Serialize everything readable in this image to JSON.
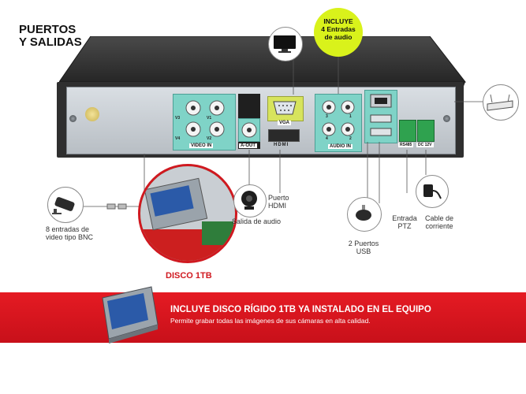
{
  "heading": {
    "line1": "PUERTOS",
    "line2": "Y SALIDAS"
  },
  "panel_labels": {
    "video_in": "VIDEO IN",
    "a_out": "A-OUT",
    "vga": "VGA",
    "hdmi_logo": "HDMI",
    "audio_in": "AUDIO IN",
    "rs485": "RS485",
    "dc12v": "DC 12V",
    "v1": "V1",
    "v2": "V2",
    "v3": "V3",
    "v4": "V4",
    "a1": "1",
    "a2": "2",
    "a3": "3",
    "a4": "4"
  },
  "callouts": {
    "bnc_line1": "8 entradas de",
    "bnc_line2": "video tipo BNC",
    "audio_out": "Salida de audio",
    "hdmi_line1": "Puerto",
    "hdmi_line2": "HDMI",
    "usb_line1": "2 Puertos",
    "usb_line2": "USB",
    "ptz_line1": "Entrada",
    "ptz_line2": "PTZ",
    "power_line1": "Cable de",
    "power_line2": "corriente"
  },
  "bubble": {
    "line1": "INCLUYE",
    "line2": "4 Entradas",
    "line3": "de audio"
  },
  "disco_label": "DISCO 1TB",
  "banner": {
    "title": "INCLUYE DISCO RÍGIDO 1TB YA INSTALADO EN EL EQUIPO",
    "subtitle": "Permite grabar todas las imágenes de sus cámaras en alta calidad."
  },
  "colors": {
    "accent_red": "#e51b23",
    "bubble_yellow": "#d9f21b",
    "port_teal": "#7fd3c7",
    "vga_yellow": "#d7e45d",
    "connector_green": "#2fa24f",
    "disk_blue": "#2b5aa8"
  },
  "icons": [
    "tv-monitor-icon",
    "network-router-icon",
    "security-camera-icon",
    "bnc-connector-icon",
    "speaker-icon",
    "usb-mouse-icon",
    "power-adapter-icon",
    "hard-disk-icon"
  ]
}
